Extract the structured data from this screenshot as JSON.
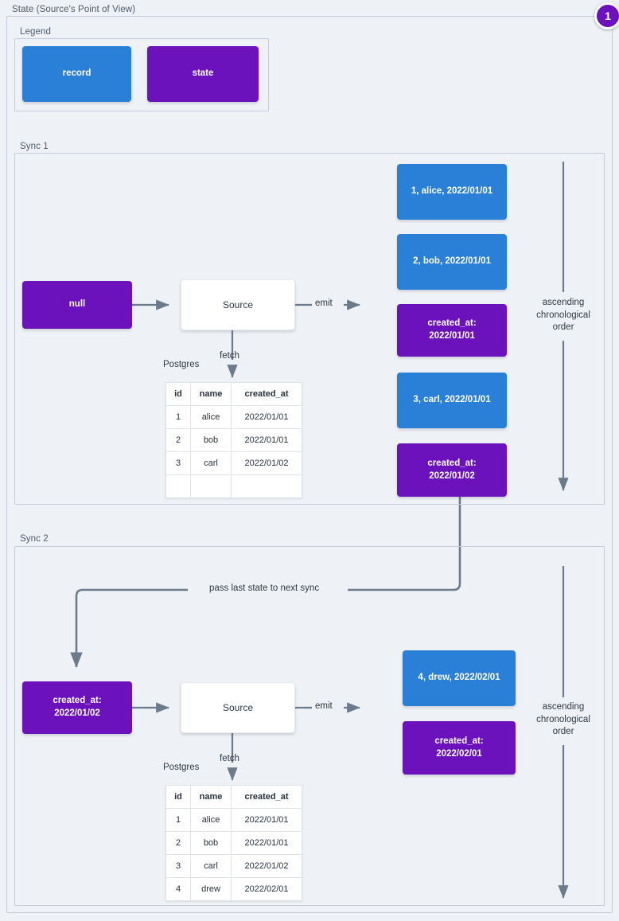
{
  "diagram": {
    "title": "State (Source's Point of View)",
    "badge": "1",
    "colors": {
      "record": "#2a80d6",
      "state": "#6c12bd",
      "background": "#eef1f5",
      "edge": "#6b7b8c",
      "frame": "#c3ccd8"
    }
  },
  "legend": {
    "label": "Legend",
    "items": [
      {
        "label": "record",
        "kind": "record"
      },
      {
        "label": "state",
        "kind": "state"
      }
    ]
  },
  "sync1": {
    "label": "Sync 1",
    "input_state": "null",
    "source": "Source",
    "fetch_label": "fetch",
    "emit_label": "emit",
    "db_label": "Postgres",
    "order_label": "ascending chronological order",
    "table": {
      "columns": [
        "id",
        "name",
        "created_at"
      ],
      "rows": [
        [
          "1",
          "alice",
          "2022/01/01"
        ],
        [
          "2",
          "bob",
          "2022/01/01"
        ],
        [
          "3",
          "carl",
          "2022/01/02"
        ],
        [
          "",
          "",
          ""
        ]
      ]
    },
    "emitted": [
      {
        "kind": "record",
        "text": "1, alice, 2022/01/01"
      },
      {
        "kind": "record",
        "text": "2, bob, 2022/01/01"
      },
      {
        "kind": "state",
        "line1": "created_at:",
        "line2": "2022/01/01"
      },
      {
        "kind": "record",
        "text": "3, carl, 2022/01/01"
      },
      {
        "kind": "state",
        "line1": "created_at:",
        "line2": "2022/01/02"
      }
    ]
  },
  "sync2": {
    "label": "Sync 2",
    "carry_label": "pass last state to next sync",
    "input_state_line1": "created_at:",
    "input_state_line2": "2022/01/02",
    "source": "Source",
    "fetch_label": "fetch",
    "emit_label": "emit",
    "db_label": "Postgres",
    "order_label": "ascending chronological order",
    "table": {
      "columns": [
        "id",
        "name",
        "created_at"
      ],
      "rows": [
        [
          "1",
          "alice",
          "2022/01/01"
        ],
        [
          "2",
          "bob",
          "2022/01/01"
        ],
        [
          "3",
          "carl",
          "2022/01/02"
        ],
        [
          "4",
          "drew",
          "2022/02/01"
        ]
      ]
    },
    "emitted": [
      {
        "kind": "record",
        "text": "4, drew, 2022/02/01"
      },
      {
        "kind": "state",
        "line1": "created_at:",
        "line2": "2022/02/01"
      }
    ]
  }
}
